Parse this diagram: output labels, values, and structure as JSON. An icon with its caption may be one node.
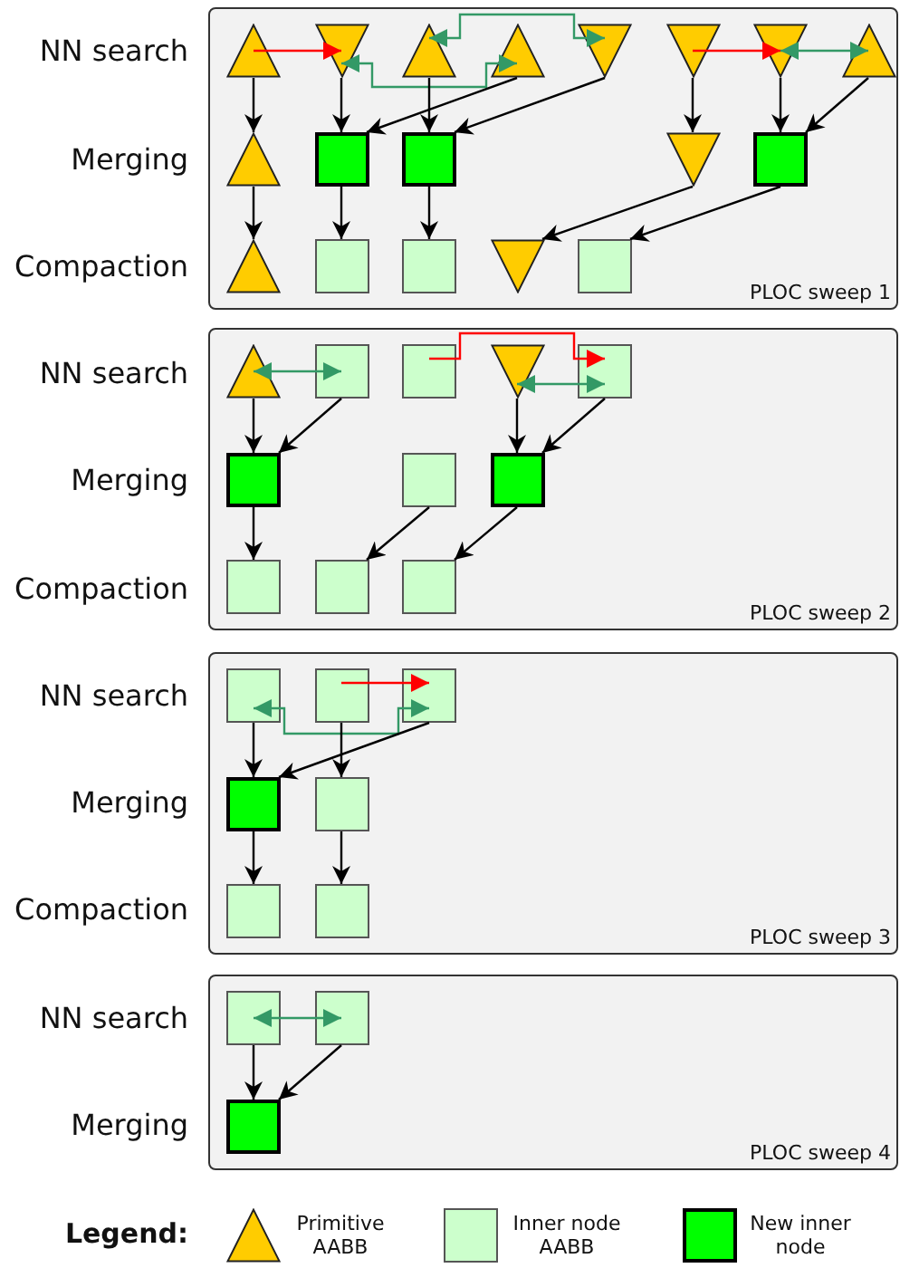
{
  "diagram": {
    "nodes": [
      {
        "text": [
          "PLOC sweep 1"
        ]
      },
      {
        "text": [],
        "shape": "triangle",
        "in": 0
      },
      {
        "text": [],
        "shape": "inverted-triangle",
        "in": 0
      },
      {
        "text": [],
        "shape": "triangle",
        "in": 0
      },
      {
        "text": [],
        "shape": "triangle",
        "in": 0
      },
      {
        "text": [],
        "shape": "inverted-triangle",
        "in": 0
      },
      {
        "text": [],
        "shape": "inverted-triangle",
        "in": 0
      },
      {
        "text": [],
        "shape": "inverted-triangle",
        "in": 0
      },
      {
        "text": [],
        "shape": "triangle",
        "in": 0
      },
      {
        "text": [],
        "shape": "triangle",
        "in": 0
      },
      {
        "text": [],
        "shape": "filled-box",
        "in": 0
      },
      {
        "text": [],
        "shape": "filled-box",
        "in": 0
      },
      {
        "text": [],
        "shape": "inverted-triangle",
        "in": 0
      },
      {
        "text": [],
        "shape": "filled-box",
        "in": 0
      },
      {
        "text": [],
        "shape": "triangle",
        "in": 0
      },
      {
        "text": [],
        "shape": "box",
        "in": 0
      },
      {
        "text": [],
        "shape": "box",
        "in": 0
      },
      {
        "text": [],
        "shape": "inverted-triangle",
        "in": 0
      },
      {
        "text": [],
        "shape": "box",
        "in": 0
      },
      {
        "text": [
          "PLOC sweep 2"
        ]
      },
      {
        "text": [],
        "shape": "triangle",
        "in": 19
      },
      {
        "text": [],
        "shape": "box",
        "in": 19
      },
      {
        "text": [],
        "shape": "box",
        "in": 19
      },
      {
        "text": [],
        "shape": "inverted-triangle",
        "in": 19
      },
      {
        "text": [],
        "shape": "box",
        "in": 19
      },
      {
        "text": [],
        "shape": "filled-box",
        "in": 19
      },
      {
        "text": [],
        "shape": "box",
        "in": 19
      },
      {
        "text": [],
        "shape": "filled-box",
        "in": 19
      },
      {
        "text": [],
        "shape": "box",
        "in": 19
      },
      {
        "text": [],
        "shape": "box",
        "in": 19
      },
      {
        "text": [],
        "shape": "box",
        "in": 19
      },
      {
        "text": [
          "PLOC sweep 3"
        ]
      },
      {
        "text": [],
        "shape": "box",
        "in": 31
      },
      {
        "text": [],
        "shape": "box",
        "in": 31
      },
      {
        "text": [],
        "shape": "box",
        "in": 31
      },
      {
        "text": [],
        "shape": "filled-box",
        "in": 31
      },
      {
        "text": [],
        "shape": "box",
        "in": 31
      },
      {
        "text": [],
        "shape": "box",
        "in": 31
      },
      {
        "text": [],
        "shape": "box",
        "in": 31
      },
      {
        "text": [
          "PLOC sweep 4"
        ]
      },
      {
        "text": [],
        "shape": "box",
        "in": 39
      },
      {
        "text": [],
        "shape": "box",
        "in": 39
      },
      {
        "text": [],
        "shape": "filled-box",
        "in": 39
      }
    ],
    "edges": [
      {
        "from": 1,
        "to": 2,
        "arrow": "to",
        "color": "#ff0000"
      },
      {
        "from": 2,
        "to": 4,
        "arrow": "both",
        "color": "#339966"
      },
      {
        "from": 3,
        "to": 5,
        "arrow": "both",
        "color": "#339966"
      },
      {
        "from": 6,
        "to": 7,
        "arrow": "to",
        "color": "#ff0000"
      },
      {
        "from": 7,
        "to": 8,
        "arrow": "both",
        "color": "#339966"
      },
      {
        "from": 1,
        "to": 9,
        "arrow": "to"
      },
      {
        "from": 2,
        "to": 10,
        "arrow": "to"
      },
      {
        "from": 4,
        "to": 10,
        "arrow": "to"
      },
      {
        "from": 3,
        "to": 11,
        "arrow": "to"
      },
      {
        "from": 5,
        "to": 11,
        "arrow": "to"
      },
      {
        "from": 6,
        "to": 12,
        "arrow": "to"
      },
      {
        "from": 7,
        "to": 13,
        "arrow": "to"
      },
      {
        "from": 8,
        "to": 13,
        "arrow": "to"
      },
      {
        "from": 9,
        "to": 14,
        "arrow": "to"
      },
      {
        "from": 10,
        "to": 15,
        "arrow": "to"
      },
      {
        "from": 11,
        "to": 16,
        "arrow": "to"
      },
      {
        "from": 12,
        "to": 17,
        "arrow": "to"
      },
      {
        "from": 13,
        "to": 18,
        "arrow": "to"
      },
      {
        "from": 20,
        "to": 21,
        "arrow": "both",
        "color": "#339966"
      },
      {
        "from": 22,
        "to": 24,
        "arrow": "to",
        "color": "#ff0000"
      },
      {
        "from": 23,
        "to": 24,
        "arrow": "both",
        "color": "#339966"
      },
      {
        "from": 20,
        "to": 25,
        "arrow": "to"
      },
      {
        "from": 21,
        "to": 25,
        "arrow": "to"
      },
      {
        "from": 23,
        "to": 27,
        "arrow": "to"
      },
      {
        "from": 24,
        "to": 27,
        "arrow": "to"
      },
      {
        "from": 25,
        "to": 28,
        "arrow": "to"
      },
      {
        "from": 26,
        "to": 29,
        "arrow": "to"
      },
      {
        "from": 27,
        "to": 30,
        "arrow": "to"
      },
      {
        "from": 33,
        "to": 34,
        "arrow": "to",
        "color": "#ff0000"
      },
      {
        "from": 32,
        "to": 34,
        "arrow": "both",
        "color": "#339966"
      },
      {
        "from": 32,
        "to": 35,
        "arrow": "to"
      },
      {
        "from": 34,
        "to": 35,
        "arrow": "to"
      },
      {
        "from": 33,
        "to": 36,
        "arrow": "to"
      },
      {
        "from": 35,
        "to": 37,
        "arrow": "to"
      },
      {
        "from": 36,
        "to": 38,
        "arrow": "to"
      },
      {
        "from": 40,
        "to": 41,
        "arrow": "both",
        "color": "#339966"
      },
      {
        "from": 40,
        "to": 42,
        "arrow": "to"
      },
      {
        "from": 41,
        "to": 42,
        "arrow": "to"
      }
    ],
    "labels": [
      "NN search",
      "Merging",
      "Compaction",
      "NN search",
      "Merging",
      "Compaction",
      "NN search",
      "Merging",
      "Compaction",
      "NN search",
      "Merging",
      "Legend:"
    ],
    "legend": [
      {
        "text": "Primitive AABB",
        "color": "#ffcc00"
      },
      {
        "text": "Inner node AABB",
        "color": "#ccffcc"
      },
      {
        "text": "New inner node",
        "color": "#00ff00"
      }
    ]
  }
}
